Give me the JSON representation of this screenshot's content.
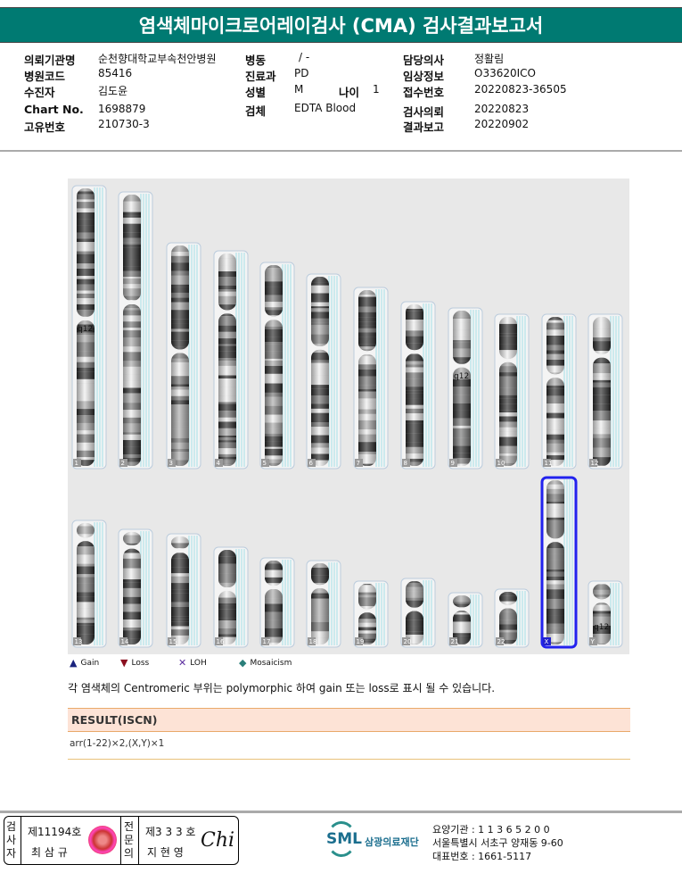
{
  "title": "염색체마이크로어레이검사 (CMA) 검사결과보고서",
  "patient": {
    "col1": [
      {
        "label": "의뢰기관명",
        "value": "순천향대학교부속천안병원"
      },
      {
        "label": "병원코드",
        "value": "85416"
      },
      {
        "label": "수진자",
        "value": "김도윤"
      },
      {
        "label": "Chart No.",
        "value": "1698879"
      },
      {
        "label": "고유번호",
        "value": "210730-3"
      }
    ],
    "col2": [
      {
        "label": "병동",
        "value": "/ -"
      },
      {
        "label": "진료과",
        "value": "PD"
      },
      {
        "label": "성별",
        "value": "M"
      },
      {
        "label": "검체",
        "value": "EDTA Blood"
      }
    ],
    "age_label": "나이",
    "age_value": "1",
    "col3": [
      {
        "label": "담당의사",
        "value": "정활림"
      },
      {
        "label": "임상정보",
        "value": "O33620ICO"
      },
      {
        "label": "접수번호",
        "value": "20220823-36505"
      },
      {
        "label": "검사의뢰",
        "value": "20220823"
      },
      {
        "label": "결과보고",
        "value": "20220902"
      }
    ]
  },
  "karyogram": {
    "chromosomes": [
      "1",
      "2",
      "3",
      "4",
      "5",
      "6",
      "7",
      "8",
      "9",
      "10",
      "11",
      "12",
      "13",
      "14",
      "15",
      "16",
      "17",
      "18",
      "19",
      "20",
      "21",
      "22",
      "X",
      "Y"
    ],
    "selected": "X",
    "band_labels": [
      {
        "chromosome": "1",
        "text": "q12"
      },
      {
        "chromosome": "9",
        "text": "q12"
      },
      {
        "chromosome": "Y",
        "text": "q12"
      }
    ]
  },
  "legend": [
    {
      "label": "Gain",
      "color": "#1a237e"
    },
    {
      "label": "Loss",
      "color": "#8b1020"
    },
    {
      "label": "LOH",
      "color": "#5b2d9e"
    },
    {
      "label": "Mosaicism",
      "color": "#2a7f7a"
    }
  ],
  "note": "각 염색체의 Centromeric 부위는 polymorphic 하여 gain 또는 loss로 표시 될 수 있습니다.",
  "result": {
    "header": "RESULT(ISCN)",
    "value": "arr(1-22)×2,(X,Y)×1"
  },
  "signatures": {
    "tester_label": "검사자",
    "tester_no": "제11194호",
    "tester_name": "최 삼 규",
    "reviewer_label": "전문의",
    "reviewer_no": "제3 3 3 호",
    "reviewer_name": "지 현 영",
    "sig_text": "Chi"
  },
  "footer": {
    "logo": "SML",
    "org": "삼광의료재단",
    "line1": "요양기관 : 1 1 3 6 5 2 0 0",
    "line2": "서울특별시 서초구 양재동 9-60",
    "line3": "대표번호 : 1661-5117"
  }
}
